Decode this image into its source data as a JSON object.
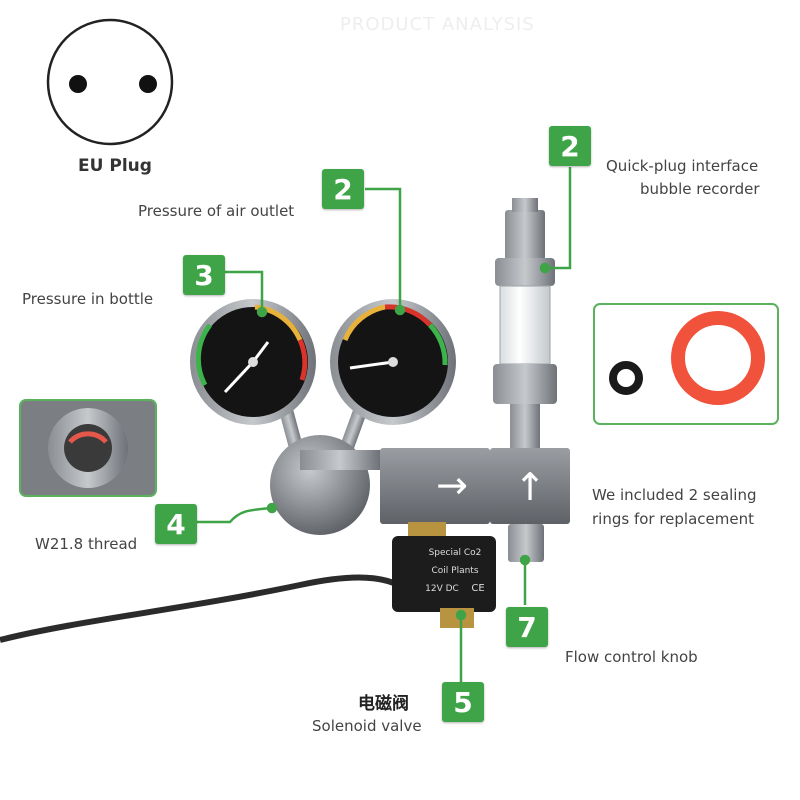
{
  "header_faded_text": "PRODUCT ANALYSIS",
  "plug": {
    "title": "EU Plug"
  },
  "callouts": {
    "c2_top": {
      "number": "2",
      "text_line1": "Quick-plug interface",
      "text_line2": "bubble recorder"
    },
    "c2_outlet": {
      "number": "2",
      "text": "Pressure of air outlet"
    },
    "c3": {
      "number": "3",
      "text": "Pressure  in bottle"
    },
    "c4": {
      "number": "4",
      "text": "W21.8 thread"
    },
    "c5": {
      "number": "5",
      "text_cn": "电磁阀",
      "text": "Solenoid valve"
    },
    "c7": {
      "number": "7",
      "text": "Flow control knob"
    },
    "sealing": {
      "text_line1": "We included 2 sealing",
      "text_line2": "rings for replacement"
    }
  },
  "solenoid_label": {
    "line1": "Special Co2",
    "line2": "Coil Plants",
    "line3": "12V DC",
    "mark": "CE"
  },
  "colors": {
    "accent_green": "#3fa447",
    "connector_line": "#3fa447",
    "o_ring_red": "#f0523c",
    "body_grey": "#6e7278"
  }
}
